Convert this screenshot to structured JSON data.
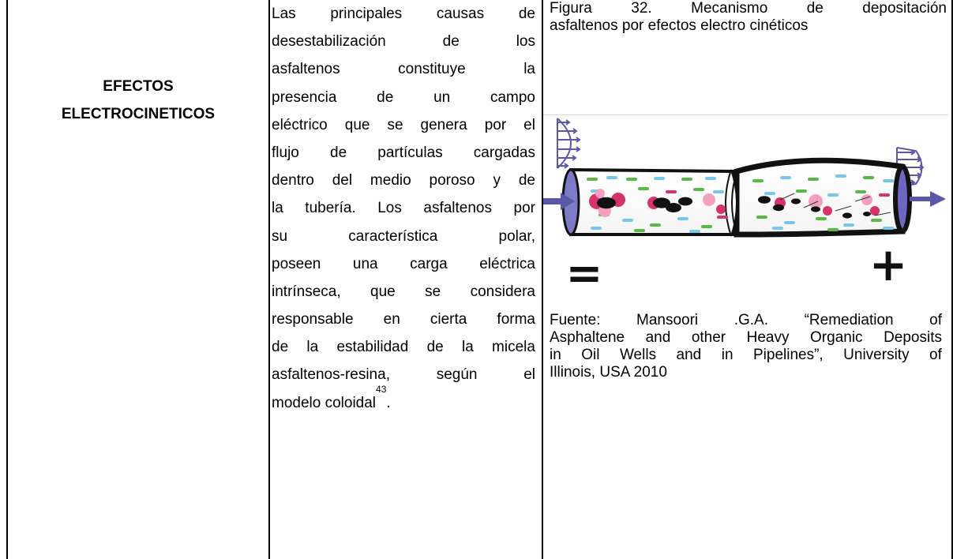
{
  "row": {
    "label_lines": [
      "EFECTOS",
      "ELECTROCINETICOS"
    ],
    "body_lines": [
      [
        "Las",
        "principales",
        "causas",
        "de"
      ],
      [
        "desestabilización",
        "de",
        "los"
      ],
      [
        "asfaltenos",
        "constituye",
        "la"
      ],
      [
        "presencia",
        "de",
        "un",
        "campo"
      ],
      [
        "eléctrico",
        "que",
        "se",
        "genera",
        "por",
        "el"
      ],
      [
        "flujo",
        "de",
        "partículas",
        "cargadas"
      ],
      [
        "dentro",
        "del",
        "medio",
        "poroso",
        "y",
        "de"
      ],
      [
        "la",
        "tubería.",
        "Los",
        "asfaltenos",
        "por"
      ],
      [
        "su",
        "característica",
        "polar,"
      ],
      [
        "poseen",
        "una",
        "carga",
        "eléctrica"
      ],
      [
        "intrínseca,",
        "que",
        "se",
        "considera"
      ],
      [
        "responsable",
        "en",
        "cierta",
        "forma"
      ],
      [
        "de",
        "la",
        "estabilidad",
        "de",
        "la",
        "micela"
      ],
      [
        "asfaltenos-resina,",
        "según",
        "el"
      ]
    ],
    "body_last": {
      "text": "modelo coloidal",
      "footnote": "43",
      "end": "."
    },
    "figure": {
      "caption_line1": [
        "Figura",
        "32.",
        "Mecanismo",
        "de",
        "depositación"
      ],
      "caption_line2": "asfaltenos por efectos electro cinéticos",
      "minus_label": "=",
      "plus_label": "+",
      "source_lines": [
        [
          "Fuente:",
          "Mansoori",
          ".G.A.",
          "“Remediation",
          "of"
        ],
        [
          "Asphaltene",
          "and",
          "other",
          "Heavy",
          "Organic",
          "Deposits"
        ],
        [
          "in",
          "Oil",
          "Wells",
          "and",
          "in",
          "Pipelines”,",
          "University",
          "of"
        ]
      ],
      "source_last": "Illinois, USA 2010"
    }
  },
  "colors": {
    "border": "#000000",
    "arrow": "#5b57a8",
    "pipe": "#111111",
    "particle_green": "#58b947",
    "particle_blue": "#79c7e8",
    "particle_red": "#d6336c",
    "particle_pink": "#f3a0c0"
  }
}
